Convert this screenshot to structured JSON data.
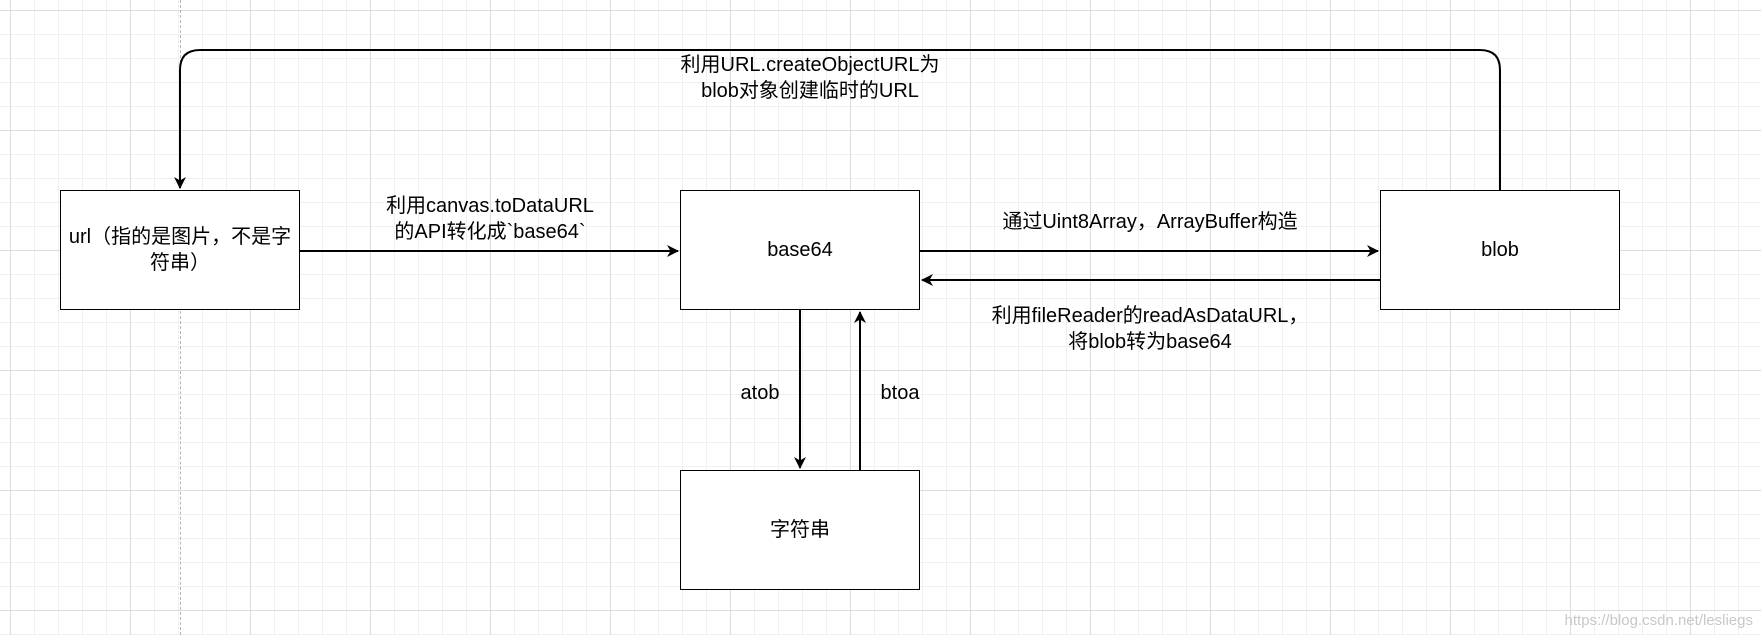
{
  "nodes": {
    "url": "url（指的是图片，不是字符串）",
    "base64": "base64",
    "blob": "blob",
    "string": "字符串"
  },
  "edges": {
    "blob_to_url": "利用URL.createObjectURL为\nblob对象创建临时的URL",
    "url_to_base64": "利用canvas.toDataURL\n的API转化成`base64`",
    "base64_to_blob": "通过Uint8Array，ArrayBuffer构造",
    "blob_to_base64": "利用fileReader的readAsDataURL，\n将blob转为base64",
    "atob": "atob",
    "btoa": "btoa"
  },
  "watermark": "https://blog.csdn.net/lesliegs"
}
